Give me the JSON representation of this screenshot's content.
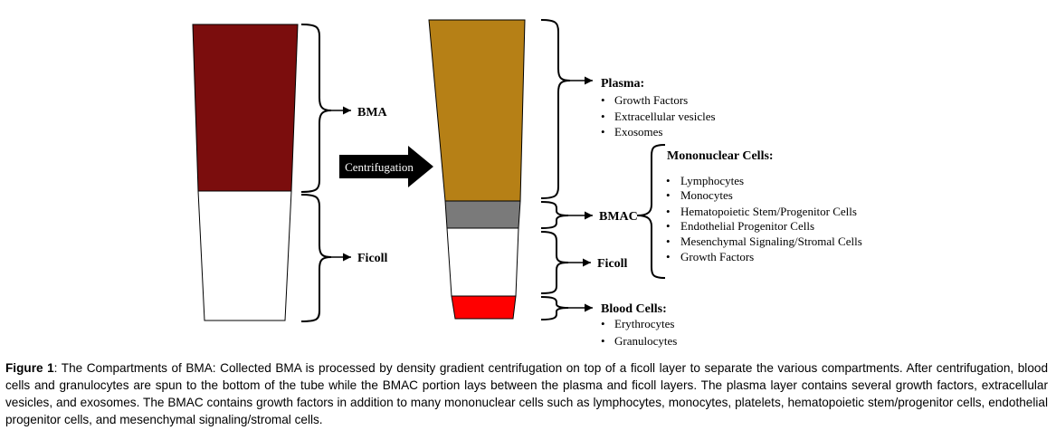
{
  "colors": {
    "bma": "#7b0d0d",
    "plasma": "#b68016",
    "bmac": "#7a7a7a",
    "ficoll": "#ffffff",
    "blood_cells": "#ff0000",
    "arrow": "#000000"
  },
  "left_tube": {
    "bma_label": "BMA",
    "ficoll_label": "Ficoll"
  },
  "arrow": {
    "label": "Centrifugation"
  },
  "right_tube": {
    "plasma": {
      "title": "Plasma:",
      "items": [
        "Growth Factors",
        "Extracellular vesicles",
        "Exosomes"
      ]
    },
    "mononuclear": {
      "title": "Mononuclear Cells:",
      "items": [
        "Lymphocytes",
        "Monocytes",
        "Hematopoietic Stem/Progenitor Cells",
        "Endothelial Progenitor Cells",
        "Mesenchymal Signaling/Stromal Cells",
        "Growth Factors"
      ]
    },
    "bmac_label": "BMAC",
    "ficoll_label": "Ficoll",
    "blood_cells": {
      "title": "Blood Cells:",
      "items": [
        "Erythrocytes",
        "Granulocytes"
      ]
    }
  },
  "caption": {
    "label": "Figure 1",
    "text": ": The Compartments of BMA: Collected BMA is processed by density gradient centrifugation on top of a ficoll layer to separate the various compartments. After centrifugation, blood cells and granulocytes are spun to the bottom of the tube while the BMAC portion lays between the plasma and ficoll layers. The plasma layer contains several growth factors, extracellular vesicles, and exosomes. The BMAC contains growth factors in addition to many mononuclear cells such as lymphocytes, monocytes, platelets, hematopoietic stem/progenitor cells, endothelial progenitor cells, and mesenchymal signaling/stromal cells."
  }
}
